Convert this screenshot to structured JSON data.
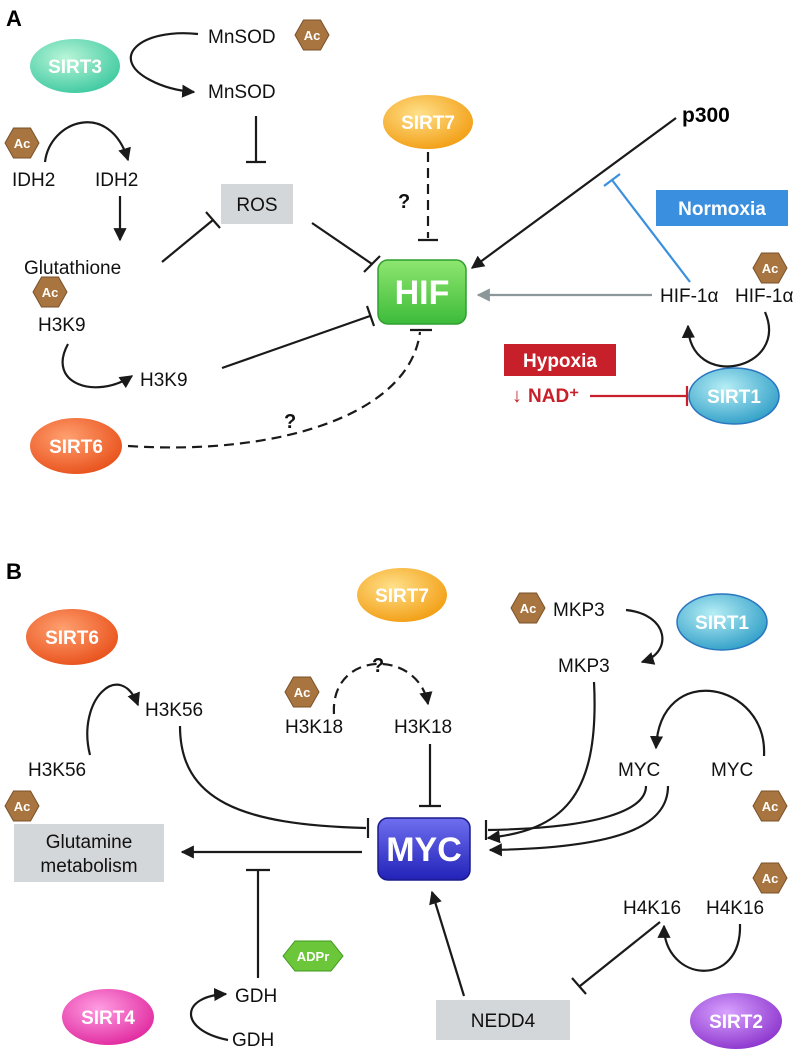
{
  "panel_a": {
    "letter": "A",
    "sirt3": "SIRT3",
    "sirt7": "SIRT7",
    "sirt6": "SIRT6",
    "sirt1": "SIRT1",
    "mnsod_ac": "MnSOD",
    "mnsod": "MnSOD",
    "idh2_ac": "IDH2",
    "idh2": "IDH2",
    "glutathione": "Glutathione",
    "ros": "ROS",
    "hif": "HIF",
    "p300": "p300",
    "normoxia": "Normoxia",
    "hypoxia": "Hypoxia",
    "nad": "NAD⁺",
    "nad_arrow": "↓",
    "hif1a": "HIF-1α",
    "hif1a_ac": "HIF-1α",
    "h3k9_ac": "H3K9",
    "h3k9": "H3K9",
    "q_sirt7": "?",
    "q_sirt6": "?"
  },
  "panel_b": {
    "letter": "B",
    "sirt6": "SIRT6",
    "sirt7": "SIRT7",
    "sirt1": "SIRT1",
    "sirt4": "SIRT4",
    "sirt2": "SIRT2",
    "h3k56": "H3K56",
    "h3k56_ac": "H3K56",
    "h3k18_ac": "H3K18",
    "h3k18": "H3K18",
    "mkp3_ac": "MKP3",
    "mkp3": "MKP3",
    "myc": "MYC",
    "myc_ac": "MYC",
    "myc_hub": "MYC",
    "glutamine_1": "Glutamine",
    "glutamine_2": "metabolism",
    "gdh_adpr": "GDH",
    "gdh": "GDH",
    "adpr": "ADPr",
    "nedd4": "NEDD4",
    "h4k16": "H4K16",
    "h4k16_ac": "H4K16",
    "q_sirt7": "?"
  },
  "ac_label": "Ac",
  "colors": {
    "hif_green": "#4cc84a",
    "myc_blue": "#3333cc",
    "normoxia_blue": "#3a8fde",
    "hypoxia_red": "#c8202a",
    "ac_brown": "#a8743f",
    "adpr_green": "#6cc63a",
    "grey_box": "#d4d7d9"
  }
}
